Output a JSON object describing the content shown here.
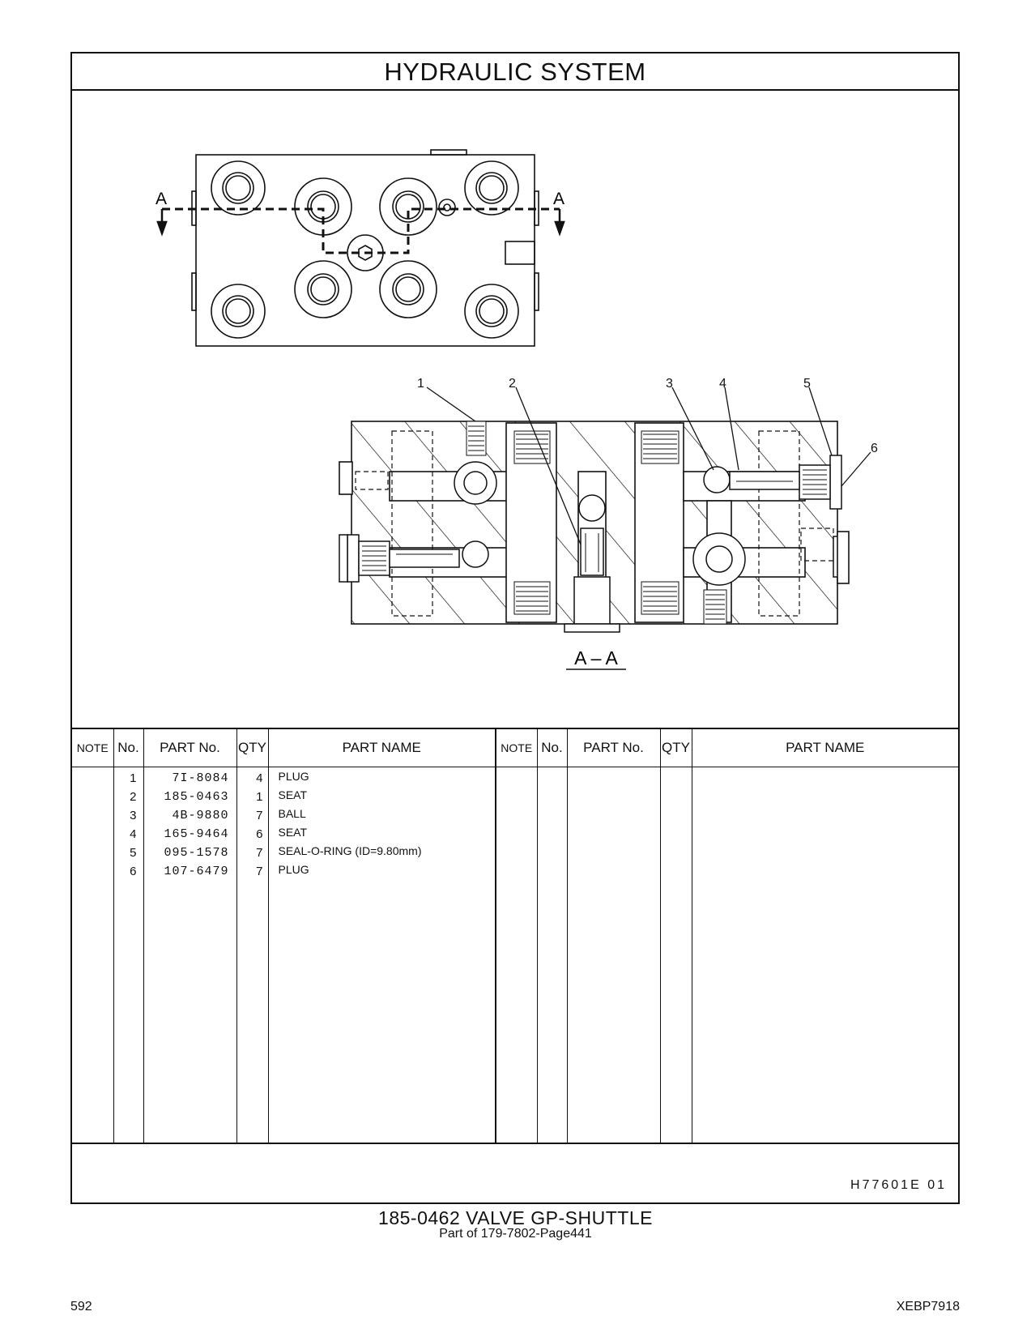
{
  "header": {
    "title": "HYDRAULIC   SYSTEM"
  },
  "drawing": {
    "section_marker": "A",
    "section_caption": "A – A",
    "callouts": [
      "1",
      "2",
      "3",
      "4",
      "5",
      "6"
    ]
  },
  "table": {
    "headers": {
      "note": "NOTE",
      "no": "No.",
      "part_no": "PART No.",
      "qty": "QTY",
      "part_name": "PART NAME"
    },
    "rows": [
      {
        "no": "1",
        "part_no": "7I-8084",
        "qty": "4",
        "part_name": "PLUG"
      },
      {
        "no": "2",
        "part_no": "185-0463",
        "qty": "1",
        "part_name": "SEAT"
      },
      {
        "no": "3",
        "part_no": "4B-9880",
        "qty": "7",
        "part_name": "BALL"
      },
      {
        "no": "4",
        "part_no": "165-9464",
        "qty": "6",
        "part_name": "SEAT"
      },
      {
        "no": "5",
        "part_no": "095-1578",
        "qty": "7",
        "part_name": "SEAL-O-RING (ID=9.80mm)"
      },
      {
        "no": "6",
        "part_no": "107-6479",
        "qty": "7",
        "part_name": "PLUG"
      }
    ]
  },
  "reference_code": "H77601E   01",
  "caption": {
    "title": "185-0462  VALVE  GP-SHUTTLE",
    "subtitle": "Part of 179-7802-Page441"
  },
  "footer": {
    "page_number": "592",
    "document_number": "XEBP7918"
  }
}
